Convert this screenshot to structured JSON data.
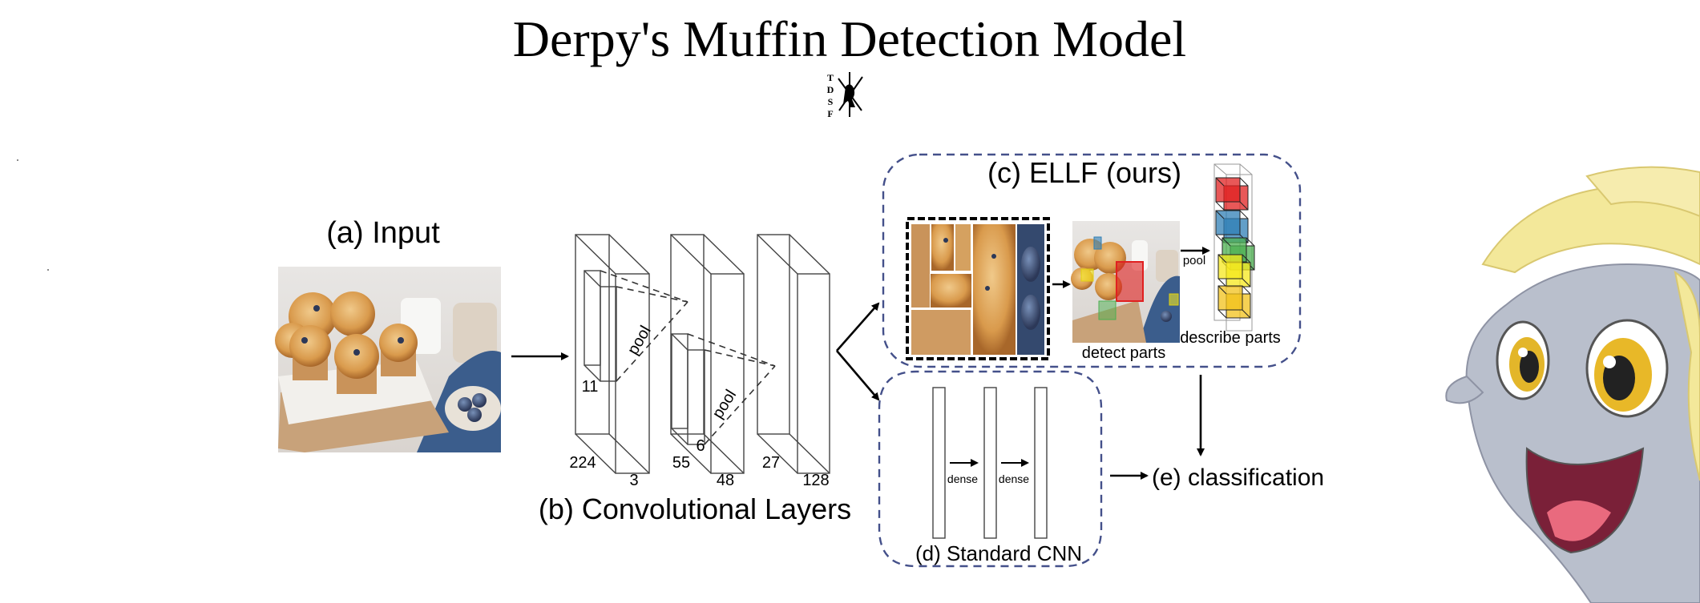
{
  "title": "Derpy's Muffin Detection Model",
  "logo": {
    "letters": [
      "T",
      "D",
      "S",
      "F"
    ]
  },
  "input": {
    "label": "(a) Input"
  },
  "conv": {
    "label": "(b) Convolutional Layers",
    "dims": [
      "11",
      "224",
      "3",
      "55",
      "6",
      "48",
      "27",
      "128"
    ],
    "pool_label": "pool"
  },
  "ellf": {
    "label": "(c) ELLF (ours)",
    "detect_label": "detect parts",
    "pool_label": "pool",
    "describe_label": "describe parts",
    "part_colors": [
      "#e02020",
      "#2f7fb5",
      "#4caf50",
      "#f5e81c",
      "#f2c21b"
    ]
  },
  "cnn": {
    "label": "(d) Standard CNN",
    "dense_labels": [
      "dense",
      "dense"
    ]
  },
  "classification": {
    "label": "(e) classification"
  },
  "colors": {
    "box_border": "#44508a",
    "mane": "#f3e89a",
    "coat": "#b9bfcc"
  }
}
